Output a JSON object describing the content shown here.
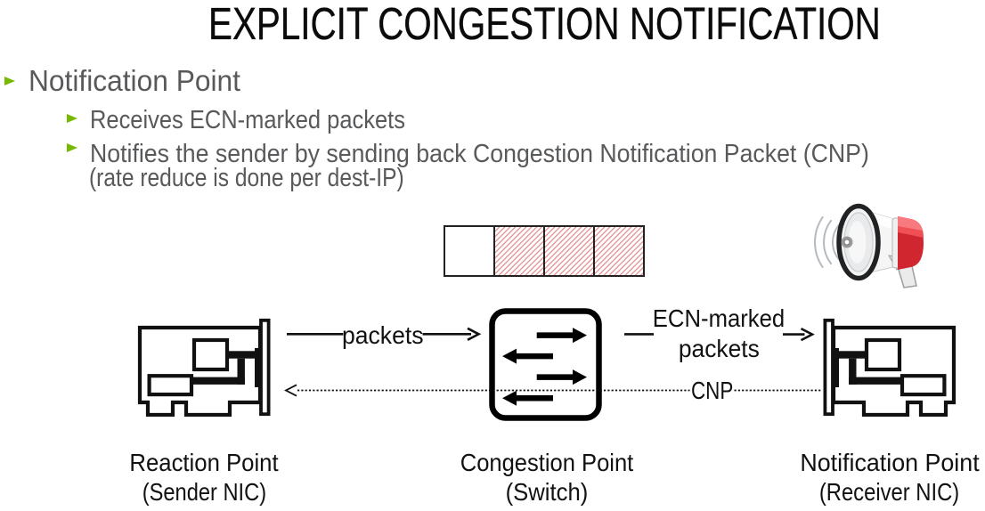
{
  "slide": {
    "title": "EXPLICIT CONGESTION NOTIFICATION",
    "bullets": {
      "level1": "Notification Point",
      "sub1": "Receives ECN-marked packets",
      "sub2_line1": "Notifies the sender by sending back Congestion Notification Packet (CNP)",
      "sub2_line2": "(rate reduce is done per dest-IP)"
    }
  },
  "diagram": {
    "flow_labels": {
      "packets": "packets",
      "ecn_line1": "ECN-marked",
      "ecn_line2": "packets",
      "cnp": "CNP"
    },
    "nodes": [
      {
        "title": "Reaction Point",
        "subtitle": "(Sender NIC)",
        "icon": "nic-icon"
      },
      {
        "title": "Congestion Point",
        "subtitle": "(Switch)",
        "icon": "switch-icon"
      },
      {
        "title": "Notification Point",
        "subtitle": "(Receiver NIC)",
        "icon": "nic-icon"
      }
    ],
    "buffer": {
      "cells": 4,
      "congested_cells": 3
    },
    "flows": [
      {
        "from": "Reaction Point (Sender NIC)",
        "to": "Congestion Point (Switch)",
        "label": "packets",
        "style": "solid-arrow"
      },
      {
        "from": "Congestion Point (Switch)",
        "to": "Notification Point (Receiver NIC)",
        "label": "ECN-marked packets",
        "style": "solid-arrow"
      },
      {
        "from": "Notification Point (Receiver NIC)",
        "to": "Reaction Point (Sender NIC)",
        "label": "CNP",
        "style": "dotted-arrow"
      }
    ],
    "decorations": [
      "megaphone-icon",
      "buffer-occupancy-bar"
    ],
    "colors": {
      "accent_green": "#76b900",
      "body_text": "#58595b",
      "title_text": "#0b0b0b",
      "ink": "#111111",
      "hatch_red": "#e59b9b"
    }
  }
}
